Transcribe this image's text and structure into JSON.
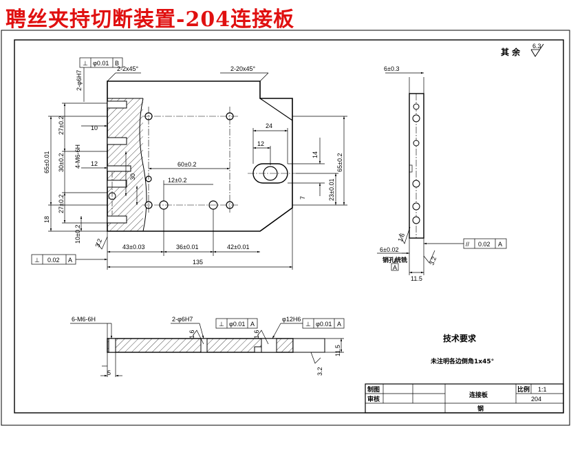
{
  "title": "聘丝夹持切断装置-204连接板",
  "colors": {
    "title": "#e01010",
    "lines": "#000000",
    "background": "#ffffff"
  },
  "roughness_note": {
    "label": "其 余",
    "value": "6.3"
  },
  "front_view": {
    "tolerance_top": {
      "symbol": "⊥",
      "value": "φ0.01",
      "datum": "B"
    },
    "hole_label_left": "2-φ6H7",
    "chamfer_left": "2-2x45°",
    "chamfer_right": "2-20x45°",
    "dims": {
      "d24": "24",
      "d12_slot": "12",
      "d14": "14",
      "d65_right": "65±0.2",
      "d23": "23±0.01",
      "d7": "7",
      "d60": "60±0.2",
      "d12_hole": "12±0.2",
      "d30": "30",
      "d27_top": "27±0.2",
      "d10": "10",
      "d12_left": "12",
      "d65_left": "65±0.01",
      "d30_left": "30±0.2",
      "d4m6": "4-M6-6H",
      "d27_bottom": "27±0.2",
      "d18": "18",
      "d10_bottom": "10±0.2",
      "d43": "43±0.03",
      "d36": "36±0.01",
      "d42": "42±0.01",
      "d135": "135",
      "rough_left": "3.2"
    },
    "tolerance_bottom": {
      "symbol": "⊥",
      "value": "0.02",
      "datum": "A"
    }
  },
  "side_view": {
    "d6": "6±0.3",
    "d6_bottom": "6±0.02",
    "d11_5": "11.5",
    "rough": "3.2",
    "rough2": "1.6",
    "datum_note": "销孔统铣",
    "datum": "A",
    "tolerance": {
      "symbol": "//",
      "value": "0.02",
      "datum": "A"
    }
  },
  "bottom_view": {
    "label_m6": "6-M6-6H",
    "label_phi6": "2-φ6H7",
    "tol1": {
      "symbol": "⊥",
      "value": "φ0.01",
      "datum": "A"
    },
    "label_phi12": "φ12H6",
    "tol2": {
      "symbol": "⊥",
      "value": "φ0.01",
      "datum": "A"
    },
    "d5": "5",
    "d11_5": "11.5",
    "rough_a": "1.6",
    "rough_b": "1.6",
    "rough_c": "3.2"
  },
  "tech_requirements": {
    "heading": "技术要求",
    "note": "未注明各边倒角1x45°"
  },
  "title_block": {
    "drawn_label": "制图",
    "checked_label": "审核",
    "part_name": "连接板",
    "scale_label": "比例",
    "scale_value": "1:1",
    "drawing_no": "204",
    "material": "钢"
  }
}
